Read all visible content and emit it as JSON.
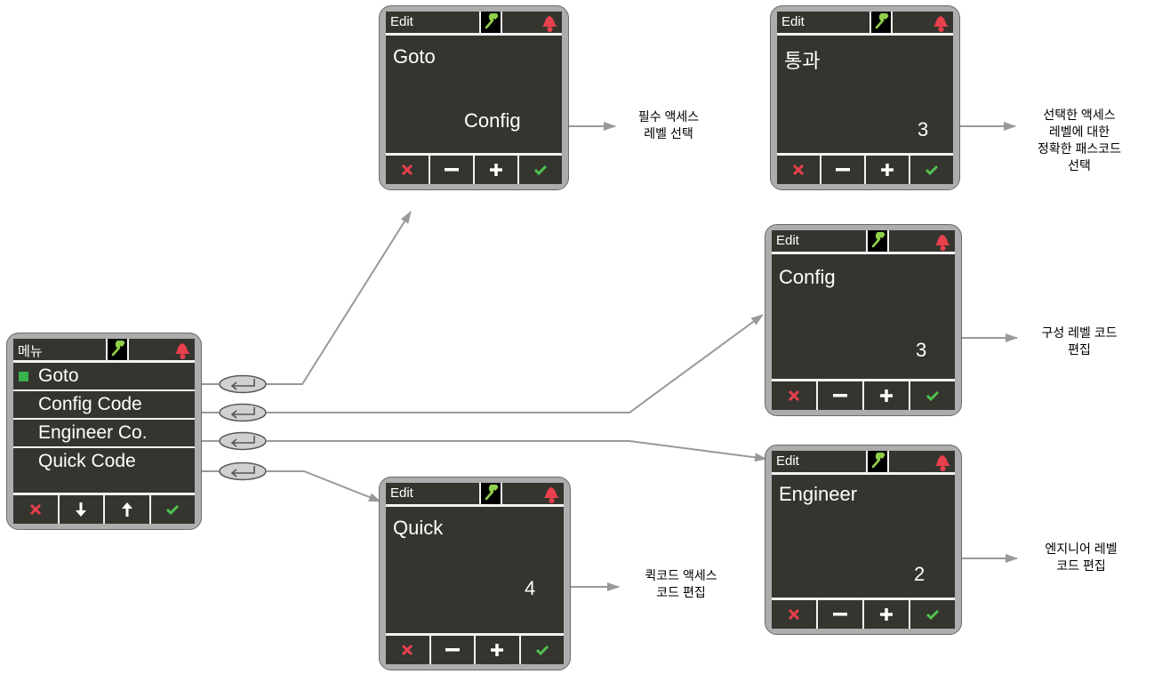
{
  "colors": {
    "screen_bg": "#35352f",
    "bezel": "#adadad",
    "wrench": "#8fd04a",
    "bell": "#e8404c",
    "cancel": "#e8404c",
    "confirm": "#4fc14f",
    "connector": "#999999",
    "selection_marker": "#37b24d"
  },
  "main_menu": {
    "header": "메뉴",
    "items": [
      {
        "label": "Goto",
        "selected": true
      },
      {
        "label": "Config Code",
        "selected": false
      },
      {
        "label": "Engineer Co.",
        "selected": false
      },
      {
        "label": "Quick Code",
        "selected": false
      }
    ],
    "softkeys": [
      "cross-icon",
      "arrow-down-icon",
      "arrow-up-icon",
      "check-icon"
    ]
  },
  "screens": {
    "goto": {
      "header": "Edit",
      "title": "Goto",
      "value": "Config"
    },
    "passcode": {
      "header": "Edit",
      "title": "통과",
      "value": "3"
    },
    "config": {
      "header": "Edit",
      "title": "Config",
      "value": "3"
    },
    "engineer": {
      "header": "Edit",
      "title": "Engineer",
      "value": "2"
    },
    "quick": {
      "header": "Edit",
      "title": "Quick",
      "value": "4"
    }
  },
  "edit_softkeys": [
    "cross-icon",
    "minus-icon",
    "plus-icon",
    "check-icon"
  ],
  "captions": {
    "goto": [
      "필수 액세스",
      "레벨 선택"
    ],
    "passcode": [
      "선택한 액세스",
      "레벨에 대한",
      "정확한 패스코드",
      "선택"
    ],
    "config": [
      "구성 레벨 코드",
      "편집"
    ],
    "engineer": [
      "엔지니어 레벨",
      "코드 편집"
    ],
    "quick": [
      "퀵코드 액세스",
      "코드 편집"
    ]
  },
  "icons": {
    "enter_key": "enter-key-icon",
    "wrench": "wrench-icon",
    "bell": "bell-icon"
  }
}
